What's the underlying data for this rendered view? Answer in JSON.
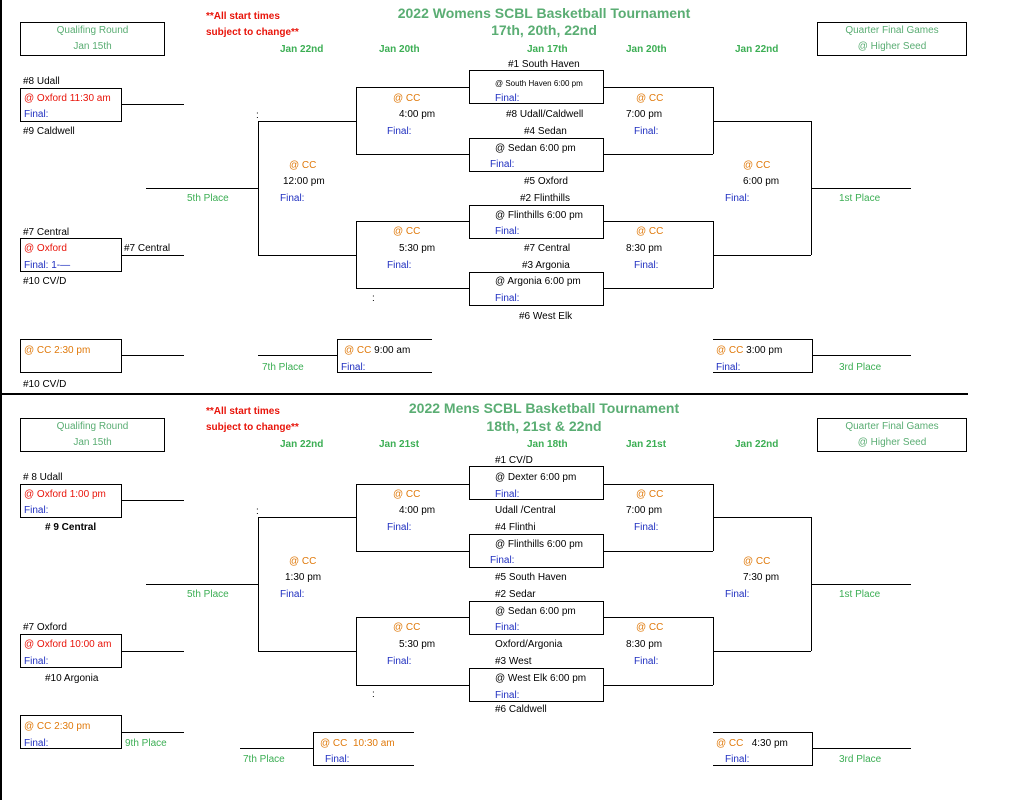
{
  "womens": {
    "title_line1": "2022 Womens SCBL Basketball Tournament",
    "title_line2": "17th, 20th, 22nd",
    "note_line1": "**All start times",
    "note_line2": "subject to change**",
    "qual_box": {
      "line1": "Qualifing Round",
      "line2": "Jan 15th"
    },
    "qf_box": {
      "line1": "Quarter Final Games",
      "line2": "@ Higher Seed"
    },
    "dates": [
      "Jan 22nd",
      "Jan 20th",
      "Jan 17th",
      "Jan 20th",
      "Jan 22nd"
    ],
    "teams": {
      "t1": "#1 South Haven",
      "g1_site": "@ South Haven 6:00 pm",
      "g1_final": "Final:",
      "t8_9": "#8 Udall/Caldwell",
      "t4": "#4 Sedan",
      "g2_site": "@ Sedan  6:00 pm",
      "g2_final": "Final:",
      "t5": "#5 Oxford",
      "t2": "#2 Flinthills",
      "g3_site": "@ Flinthills  6:00 pm",
      "g3_final": "Final:",
      "t7": "#7 Central",
      "t3": "#3 Argonia",
      "g4_site": "@ Argonia   6:00 pm",
      "g4_final": "Final:",
      "t6": "#6 West Elk"
    },
    "qual": {
      "team_a": "#8    Udall",
      "site_a": "@  Oxford 11:30 am",
      "final_a": "Final:",
      "team_b": "#9    Caldwell",
      "team_c": "#7    Central",
      "site_c": "@  Oxford",
      "final_c": "Final:  1-—",
      "winner_c": "#7 Central",
      "team_d": "#10  CV/D",
      "cons_site": "@ CC 2:30 pm",
      "cons_team": "#10  CV/D"
    },
    "left_semis": {
      "s1_site": "@ CC",
      "s1_time": "4:00 pm",
      "s1_final": "Final:",
      "s2_site": "@ CC",
      "s2_time": "5:30 pm",
      "s2_final": "Final:"
    },
    "right_semis": {
      "s1_site": "@ CC",
      "s1_time": "7:00 pm",
      "s1_final": "Final:",
      "s2_site": "@ CC",
      "s2_time": "8:30 pm",
      "s2_final": "Final:"
    },
    "fifth": {
      "site": "@ CC",
      "time": "12:00 pm",
      "final": "Final:",
      "label": "5th Place"
    },
    "first": {
      "site": "@ CC",
      "time": "6:00 pm",
      "final": "Final:",
      "label": "1st Place"
    },
    "seventh": {
      "site": "@ CC",
      "time": "9:00 am",
      "final": "Final:",
      "label": "7th Place"
    },
    "third": {
      "site": "@ CC",
      "time": "3:00 pm",
      "final": "Final:",
      "label": "3rd Place"
    },
    "colon_marks": [
      ":",
      ":"
    ]
  },
  "mens": {
    "title_line1": "2022 Mens SCBL Basketball Tournament",
    "title_line2": "18th, 21st & 22nd",
    "note_line1": "**All start times",
    "note_line2": "subject to change**",
    "qual_box": {
      "line1": "Qualifing Round",
      "line2": "Jan 15th"
    },
    "qf_box": {
      "line1": "Quarter Final Games",
      "line2": "@ Higher Seed"
    },
    "dates": [
      "Jan 22nd",
      "Jan 21st",
      "Jan 18th",
      "Jan 21st",
      "Jan 22nd"
    ],
    "teams": {
      "t1": "#1 CV/D",
      "g1_site": "@ Dexter  6:00 pm",
      "g1_final": "Final:",
      "t8_9": "Udall /Central",
      "t4": "#4 Flinthi",
      "g2_site": "@ Flinthills  6:00 pm",
      "g2_final": "Final:",
      "t5": "#5 South Haven",
      "t2": "#2 Sedar",
      "g3_site": "@ Sedan  6:00 pm",
      "g3_final": "Final:",
      "t7": "Oxford/Argonia",
      "t3": "#3  West",
      "g4_site": "@ West Elk 6:00 pm",
      "g4_final": "Final:",
      "t6": "#6 Caldwell"
    },
    "qual": {
      "team_a": "# 8 Udall",
      "site_a": "@  Oxford  1:00 pm",
      "final_a": "Final:",
      "team_b": "# 9 Central",
      "team_c": "#7 Oxford",
      "site_c": "@ Oxford  10:00 am",
      "final_c": "Final:",
      "team_d": "#10 Argonia",
      "cons_site": "@ CC 2:30 pm",
      "cons_final": "Final:",
      "cons_label": "9th Place"
    },
    "left_semis": {
      "s1_site": "@ CC",
      "s1_time": "4:00 pm",
      "s1_final": "Final:",
      "s2_site": "@ CC",
      "s2_time": "5:30 pm",
      "s2_final": "Final:"
    },
    "right_semis": {
      "s1_site": "@ CC",
      "s1_time": "7:00 pm",
      "s1_final": "Final:",
      "s2_site": "@ CC",
      "s2_time": "8:30 pm",
      "s2_final": "Final:"
    },
    "fifth": {
      "site": "@ CC",
      "time": "1:30 pm",
      "final": "Final:",
      "label": "5th Place"
    },
    "first": {
      "site": "@ CC",
      "time": "7:30 pm",
      "final": "Final:",
      "label": "1st Place"
    },
    "seventh": {
      "site": "@ CC",
      "time": "10:30 am",
      "final": "Final:",
      "label": "7th Place"
    },
    "third": {
      "site": "@ CC",
      "time": "4:30 pm",
      "final": "Final:",
      "label": "3rd Place"
    },
    "colon_marks": [
      ":",
      ":"
    ]
  }
}
